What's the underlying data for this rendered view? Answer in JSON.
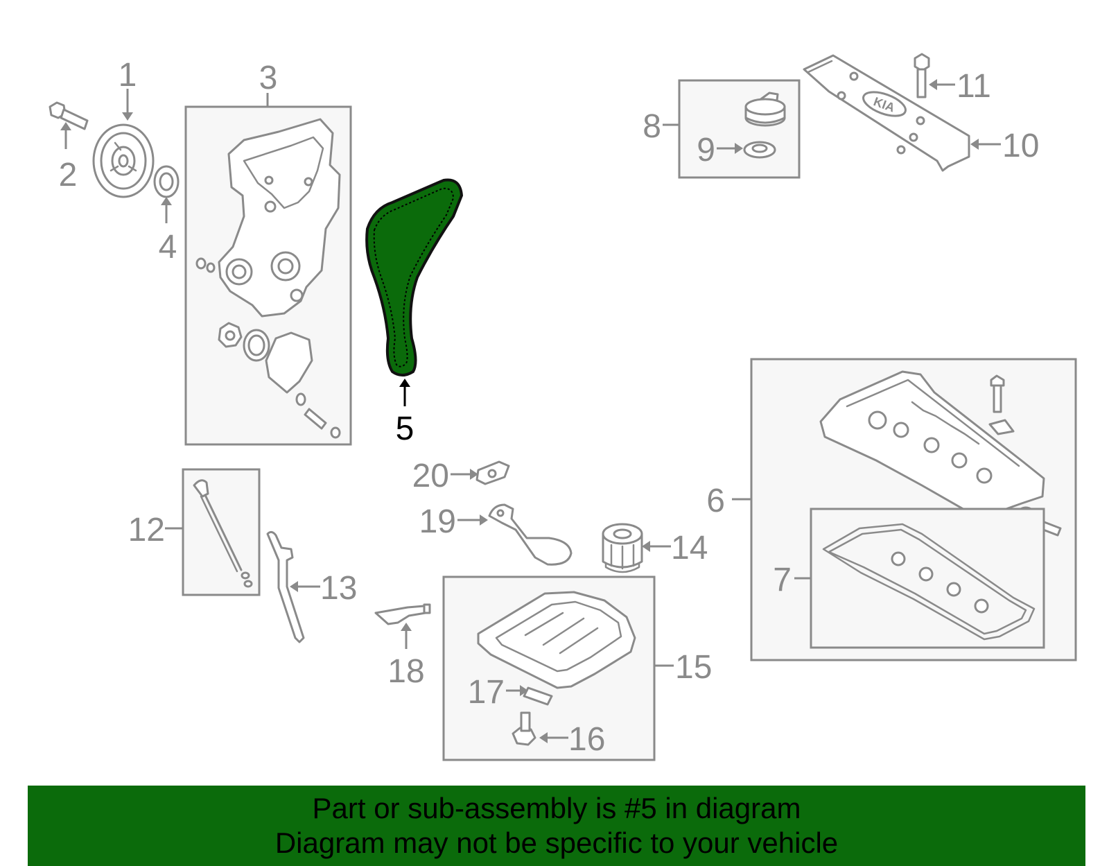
{
  "callouts": {
    "c1": "1",
    "c2": "2",
    "c3": "3",
    "c4": "4",
    "c5": "5",
    "c6": "6",
    "c7": "7",
    "c8": "8",
    "c9": "9",
    "c10": "10",
    "c11": "11",
    "c12": "12",
    "c13": "13",
    "c14": "14",
    "c15": "15",
    "c16": "16",
    "c17": "17",
    "c18": "18",
    "c19": "19",
    "c20": "20"
  },
  "highlighted_part": "5",
  "colors": {
    "highlight_fill": "#0b6b0b",
    "banner_background": "#0b6b0b",
    "line_gray": "#8a8a8a",
    "box_fill": "#f7f7f7"
  },
  "logo_text": "KIA",
  "banner": {
    "line1": "Part or sub-assembly is #5 in diagram",
    "line2": "Diagram may not be specific to your vehicle"
  }
}
